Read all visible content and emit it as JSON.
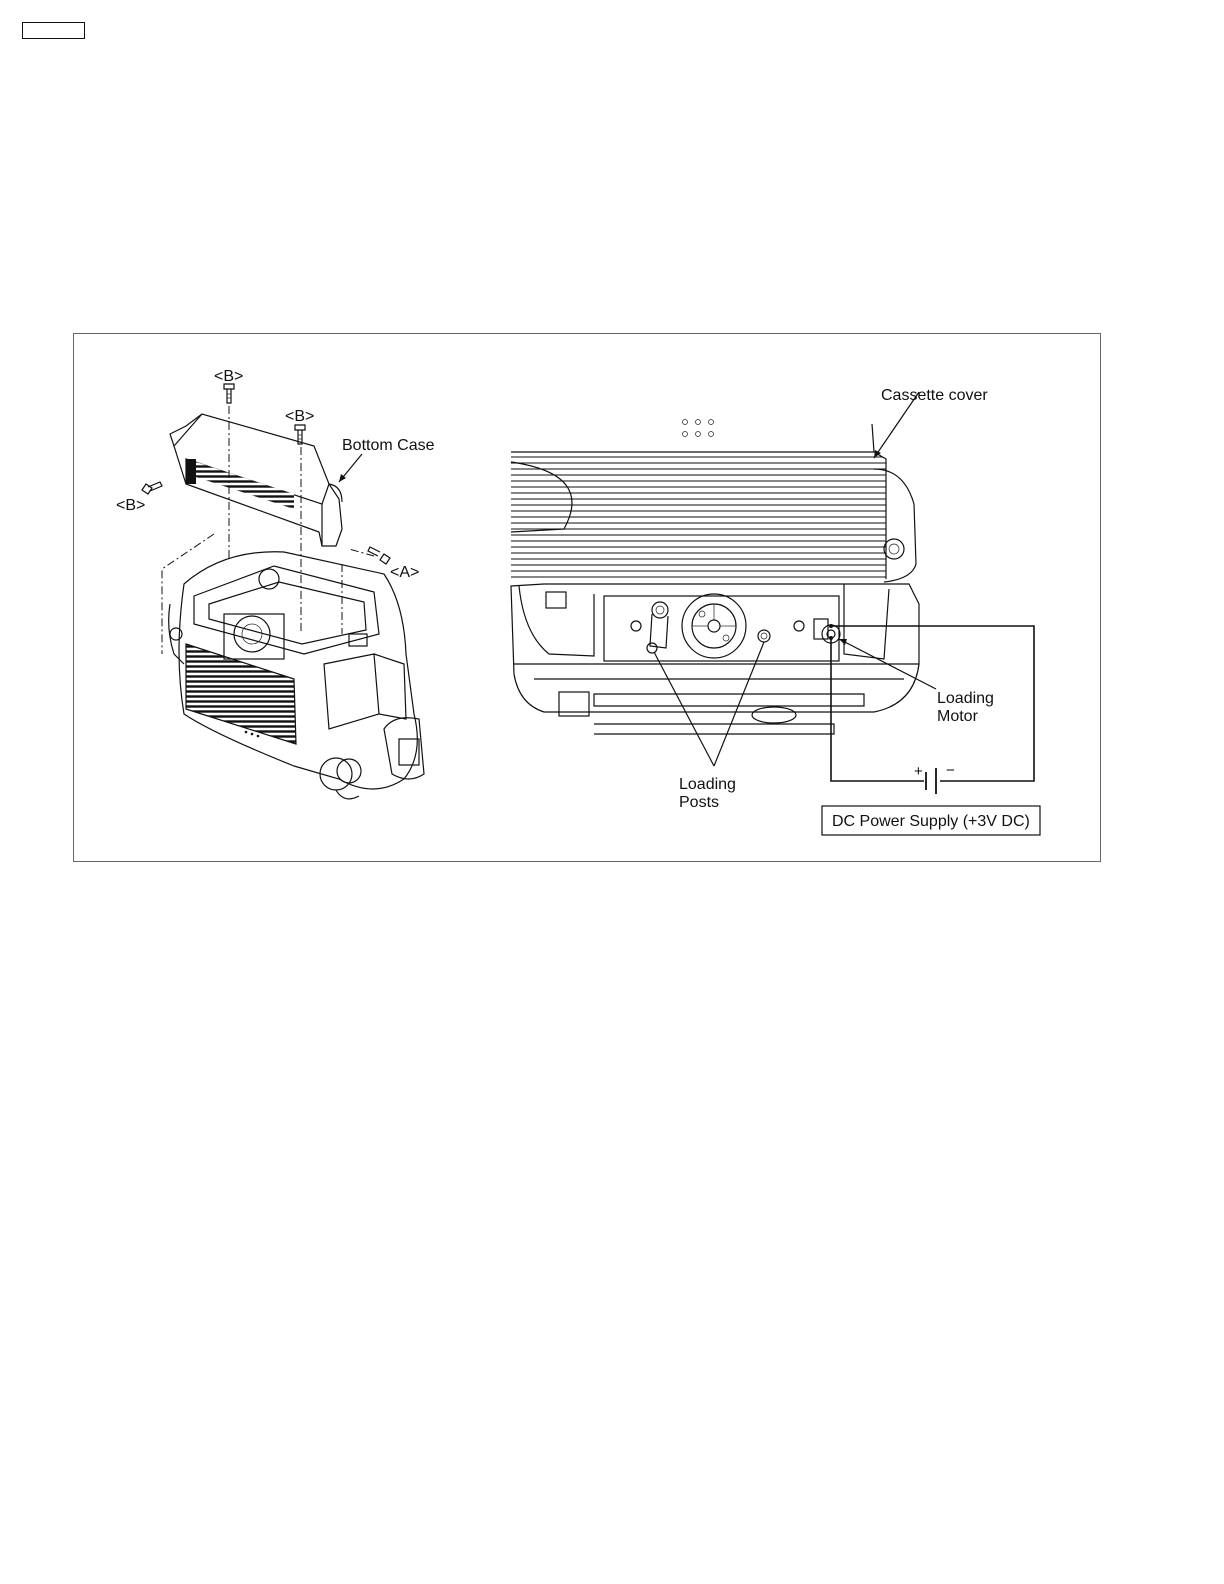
{
  "labels": {
    "screw_b_top": "<B>",
    "screw_b_mid": "<B>",
    "screw_b_left": "<B>",
    "screw_a": "<A>",
    "bottom_case": "Bottom Case",
    "cassette_cover": "Cassette cover",
    "loading_motor_line1": "Loading",
    "loading_motor_line2": "Motor",
    "loading_posts_line1": "Loading",
    "loading_posts_line2": "Posts",
    "power_supply": "DC Power Supply (+3V DC)",
    "polarity_plus": "+",
    "polarity_minus": "−"
  }
}
